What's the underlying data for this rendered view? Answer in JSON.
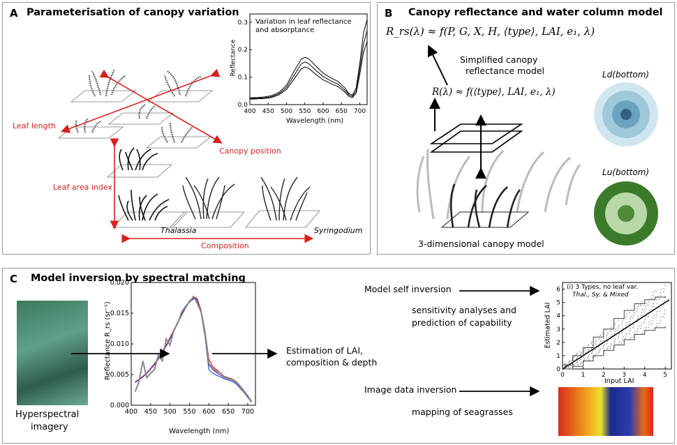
{
  "panelA": {
    "letter": "A",
    "title": "Parameterisation of canopy variation",
    "leaf_length": "Leaf length",
    "canopy_position": "Canopy position",
    "leaf_area_index": "Leaf area index",
    "composition": "Composition",
    "thalassia": "Thalassia",
    "syringodium": "Syringodium",
    "inset": {
      "note_line1": "Variation in leaf reflectance",
      "note_line2": "and absorptance",
      "ylabel": "Reflectance",
      "xlabel": "Wavelength (nm)",
      "xticks": [
        "400",
        "450",
        "500",
        "550",
        "600",
        "650",
        "700"
      ],
      "yticks": [
        "0.0",
        "0.1",
        "0.2",
        "0.3"
      ]
    }
  },
  "panelB": {
    "letter": "B",
    "title": "Canopy reflectance and water column model",
    "eq1": "R_rs(λ) ≈ f(P, G, X, H, ⟨type⟩, LAI, e₁, λ)",
    "simplified_line1": "Simplified canopy",
    "simplified_line2": "reflectance model",
    "eq2": "R(λ) ≈ f(⟨type⟩, LAI, e₁, λ)",
    "ld_label": "Ld(bottom)",
    "lu_label": "Lu(bottom)",
    "canopy3d": "3-dimensional canopy model"
  },
  "panelC": {
    "letter": "C",
    "title": "Model inversion by spectral matching",
    "hyper_line1": "Hyperspectral",
    "hyper_line2": "imagery",
    "chart_ylabel": "Reflectance R_rs (sr⁻¹)",
    "chart_xlabel": "Wavelength (nm)",
    "estimation_line1": "Estimation of LAI,",
    "estimation_line2": "composition & depth",
    "self_inversion": "Model self inversion",
    "sens_line1": "sensitivity analyses and",
    "sens_line2": "prediction of capability",
    "image_inversion": "Image data inversion",
    "mapping": "mapping of seagrasses",
    "lai_plot": {
      "legend_line1": "(i) 3 Types, no leaf var.",
      "legend_line2": "Thal., Sy. & Mixed",
      "xlabel": "Input LAI",
      "ylabel": "Estimated LAI",
      "xticks": [
        "0",
        "1",
        "2",
        "3",
        "4",
        "5"
      ],
      "yticks": [
        "0",
        "1",
        "2",
        "3",
        "4",
        "5",
        "6"
      ]
    }
  },
  "chart_data": [
    {
      "type": "line",
      "xlabel": "Wavelength (nm)",
      "ylabel": "Reflectance",
      "xlim": [
        400,
        720
      ],
      "ylim": [
        0.0,
        0.33
      ],
      "x": [
        400,
        420,
        440,
        460,
        480,
        500,
        520,
        540,
        550,
        560,
        580,
        600,
        620,
        640,
        660,
        670,
        680,
        690,
        700,
        710,
        720
      ],
      "series": [
        {
          "values": [
            0.025,
            0.026,
            0.028,
            0.033,
            0.045,
            0.07,
            0.12,
            0.165,
            0.172,
            0.168,
            0.14,
            0.115,
            0.098,
            0.085,
            0.06,
            0.04,
            0.035,
            0.06,
            0.15,
            0.26,
            0.31
          ]
        },
        {
          "values": [
            0.022,
            0.023,
            0.025,
            0.029,
            0.04,
            0.062,
            0.105,
            0.148,
            0.155,
            0.15,
            0.125,
            0.102,
            0.087,
            0.075,
            0.052,
            0.035,
            0.03,
            0.05,
            0.13,
            0.22,
            0.27
          ]
        },
        {
          "values": [
            0.02,
            0.021,
            0.022,
            0.026,
            0.036,
            0.055,
            0.092,
            0.13,
            0.137,
            0.133,
            0.11,
            0.09,
            0.077,
            0.066,
            0.045,
            0.03,
            0.026,
            0.042,
            0.11,
            0.19,
            0.23
          ]
        }
      ]
    },
    {
      "type": "line",
      "xlabel": "Wavelength (nm)",
      "ylabel": "Reflectance Rrs (sr-1)",
      "xlim": [
        400,
        720
      ],
      "ylim": [
        0.0,
        0.02
      ],
      "x": [
        410,
        420,
        430,
        440,
        450,
        460,
        470,
        480,
        490,
        500,
        510,
        520,
        530,
        540,
        550,
        560,
        565,
        570,
        580,
        590,
        600,
        610,
        620,
        630,
        640,
        650,
        660,
        670,
        680,
        690,
        700,
        710
      ],
      "series": [
        {
          "name": "red",
          "values": [
            0.0038,
            0.0042,
            0.0047,
            0.0053,
            0.006,
            0.0068,
            0.0077,
            0.0088,
            0.0098,
            0.011,
            0.0123,
            0.0136,
            0.0148,
            0.016,
            0.017,
            0.0175,
            0.0176,
            0.0173,
            0.0155,
            0.0122,
            0.0075,
            0.0063,
            0.0058,
            0.0052,
            0.0047,
            0.0045,
            0.0043,
            0.0039,
            0.0032,
            0.0024,
            0.0016,
            0.0007
          ]
        },
        {
          "name": "blue",
          "values": [
            0.0037,
            0.0041,
            0.0046,
            0.0052,
            0.0059,
            0.0066,
            0.0075,
            0.0086,
            0.0096,
            0.0108,
            0.0121,
            0.0134,
            0.0147,
            0.0159,
            0.0168,
            0.0173,
            0.0174,
            0.0171,
            0.015,
            0.0112,
            0.0058,
            0.0052,
            0.0049,
            0.0046,
            0.0043,
            0.0041,
            0.0039,
            0.0035,
            0.0028,
            0.0021,
            0.0013,
            0.0005
          ]
        },
        {
          "name": "purple",
          "values": [
            0.0038,
            0.0041,
            0.0046,
            0.0052,
            0.0059,
            0.0067,
            0.0076,
            0.0087,
            0.0097,
            0.0109,
            0.0122,
            0.0135,
            0.0147,
            0.0159,
            0.0169,
            0.0174,
            0.0175,
            0.0172,
            0.0152,
            0.0117,
            0.0066,
            0.0058,
            0.0053,
            0.0049,
            0.0045,
            0.0043,
            0.0041,
            0.0037,
            0.003,
            0.0022,
            0.0014,
            0.0006
          ]
        },
        {
          "name": "grey",
          "values": [
            0.0022,
            0.0038,
            0.0072,
            0.0045,
            0.0052,
            0.0058,
            0.0082,
            0.0072,
            0.0108,
            0.0098,
            0.0123,
            0.0134,
            0.0152,
            0.0161,
            0.0168,
            0.0177,
            0.0172,
            0.0166,
            0.0152,
            0.0118,
            0.0068,
            0.006,
            0.0055,
            0.0053,
            0.0046,
            0.0044,
            0.0042,
            0.0038,
            0.0031,
            0.0022,
            0.0015,
            0.0006
          ]
        }
      ]
    },
    {
      "type": "scatter",
      "xlabel": "Input LAI",
      "ylabel": "Estimated LAI",
      "xlim": [
        0,
        5.3
      ],
      "ylim": [
        0,
        6.5
      ],
      "series": [
        {
          "name": "1:1 line",
          "x": [
            0,
            5.2
          ],
          "y": [
            0,
            5.2
          ]
        },
        {
          "name": "upper bound",
          "x": [
            0,
            0.5,
            1,
            1.5,
            2,
            2.5,
            3,
            3.5,
            4,
            4.5,
            5
          ],
          "y": [
            0.3,
            1.0,
            1.6,
            2.4,
            3.0,
            3.8,
            4.4,
            4.9,
            5.2,
            5.4,
            5.5
          ]
        },
        {
          "name": "lower bound",
          "x": [
            0,
            0.5,
            1,
            1.5,
            2,
            2.5,
            3,
            3.5,
            4,
            4.5,
            5
          ],
          "y": [
            0,
            0.2,
            0.6,
            1.0,
            1.4,
            1.8,
            2.2,
            2.6,
            2.9,
            3.1,
            3.2
          ]
        }
      ]
    }
  ]
}
